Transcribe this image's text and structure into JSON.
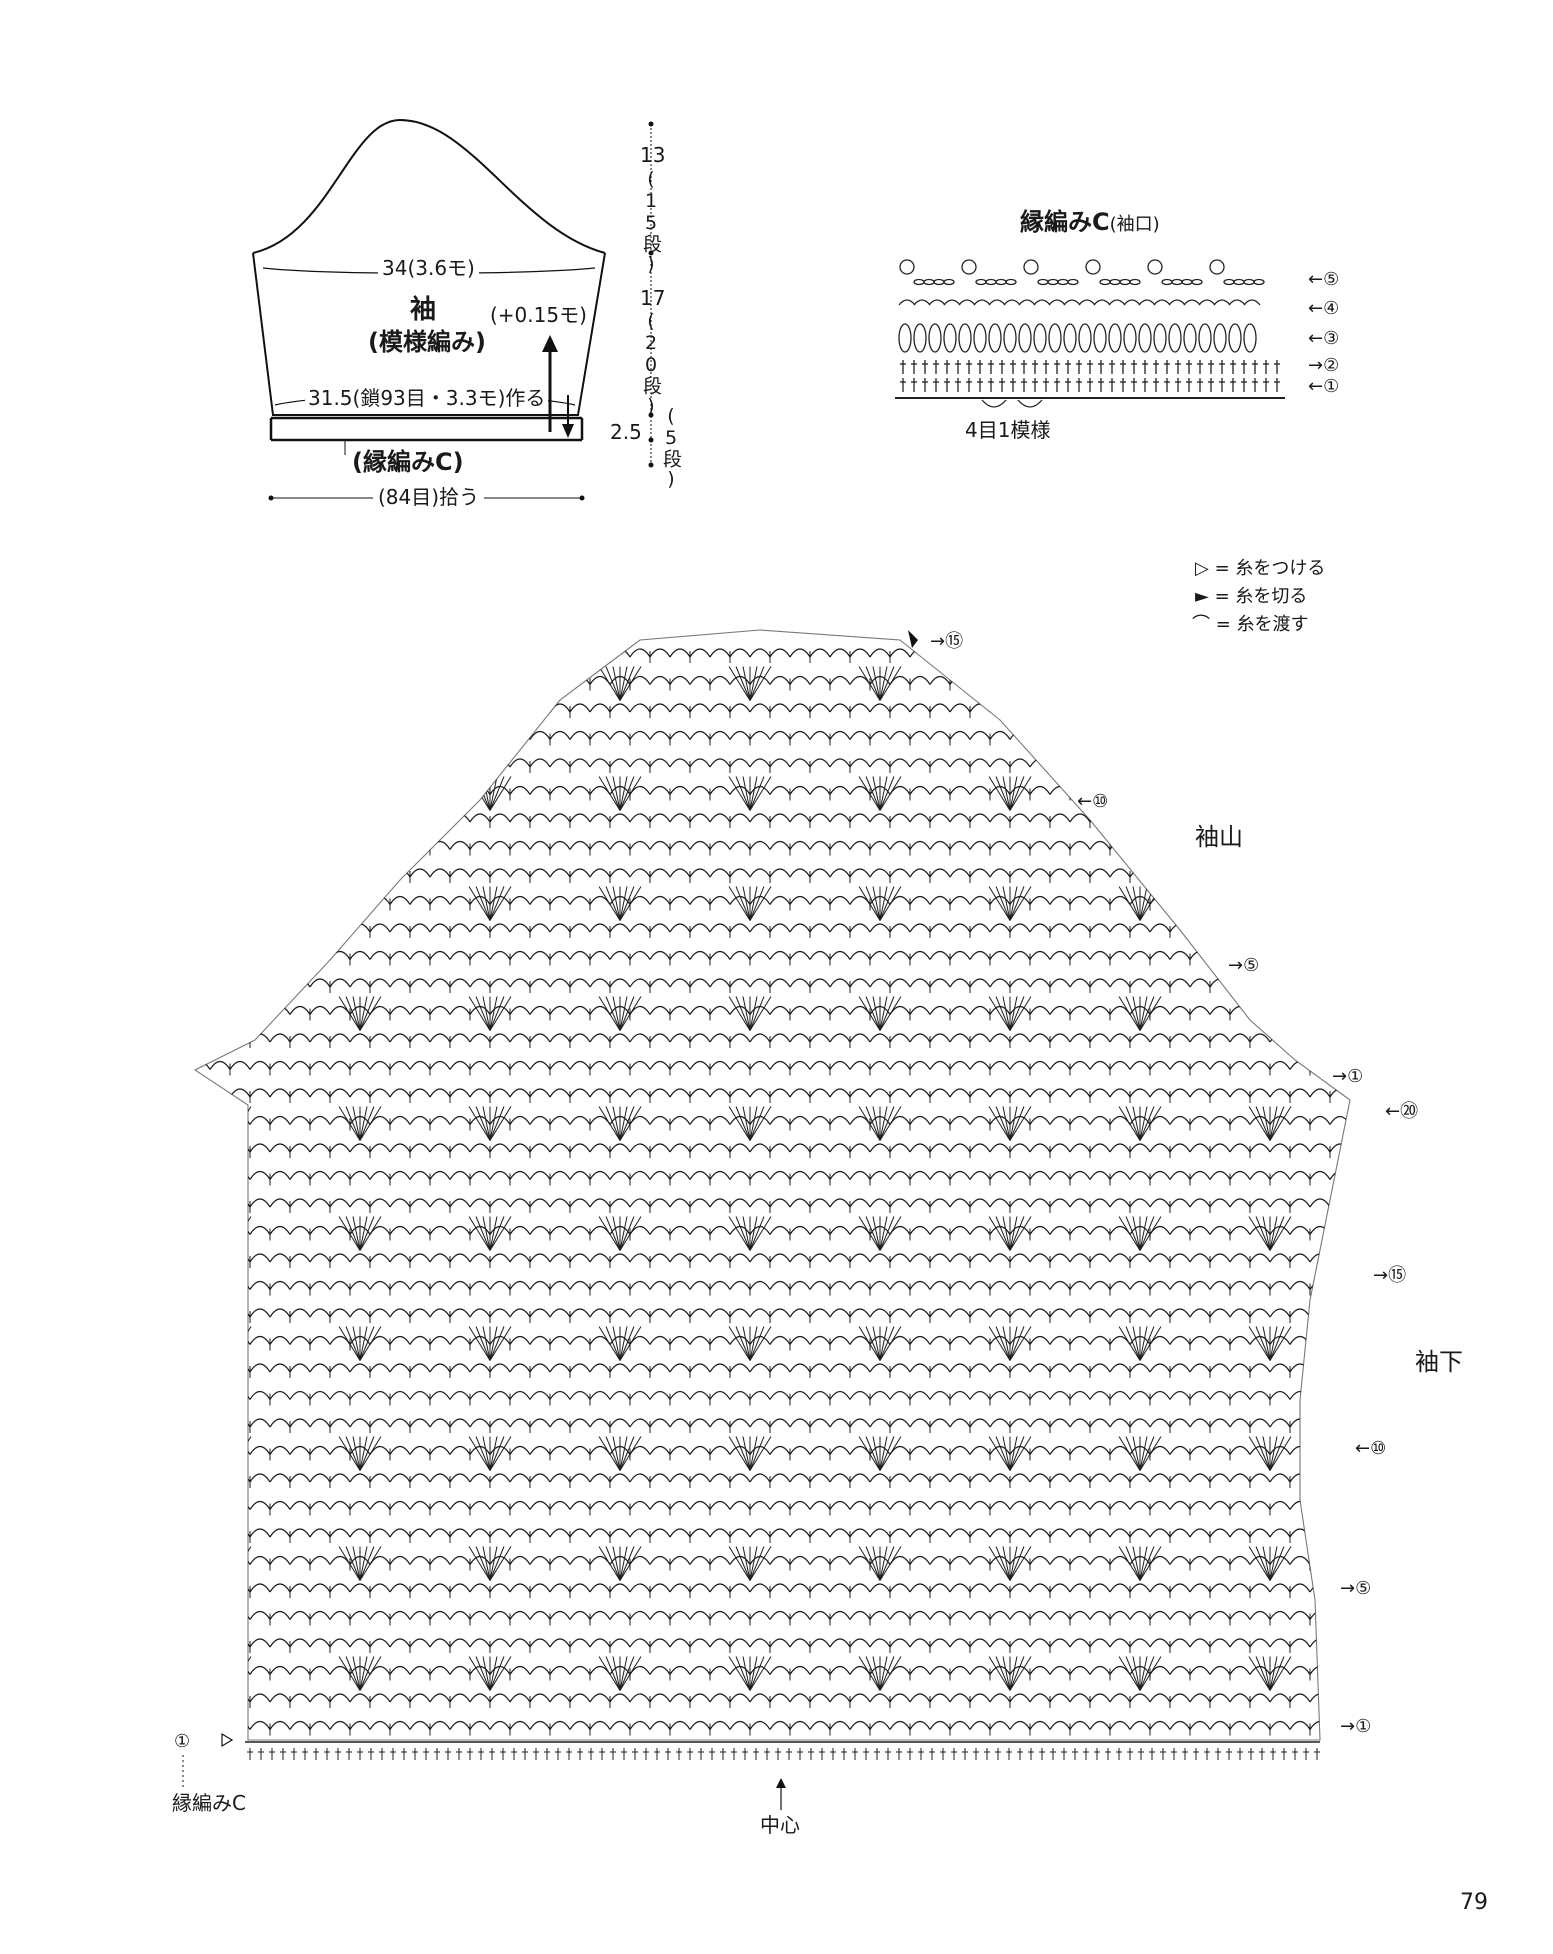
{
  "schematic": {
    "width_top": "34(3.6モ)",
    "part_name": "袖",
    "stitch_name": "(模様編み)",
    "increase_note": "(+0.15モ)",
    "cast_on": "31.5(鎖93目・3.3モ)作る",
    "border_label": "(縁編みC)",
    "pickup": "(84目)拾う",
    "cap_height": "13",
    "cap_rows": "(15段)",
    "body_height": "17",
    "body_rows": "(20段)",
    "border_height": "2.5",
    "border_rows": "(5段)"
  },
  "cuff_chart": {
    "title": "縁編みC",
    "title_note": "(袖口)",
    "repeat_label": "4目1模様",
    "rows": [
      "⑤",
      "④",
      "③",
      "②",
      "①"
    ]
  },
  "legend": {
    "attach": "= 糸をつける",
    "cut": "= 糸を切る",
    "carry": "= 糸を渡す"
  },
  "main_chart": {
    "cap_label": "袖山",
    "underarm_label": "袖下",
    "center_label": "中心",
    "border_label": "縁編みC",
    "cap_rows": [
      "⑮",
      "⑩",
      "⑤",
      "①"
    ],
    "body_rows": [
      "⑳",
      "⑮",
      "⑩",
      "⑤",
      "①"
    ],
    "start_marker": "①"
  },
  "page_number": "79"
}
